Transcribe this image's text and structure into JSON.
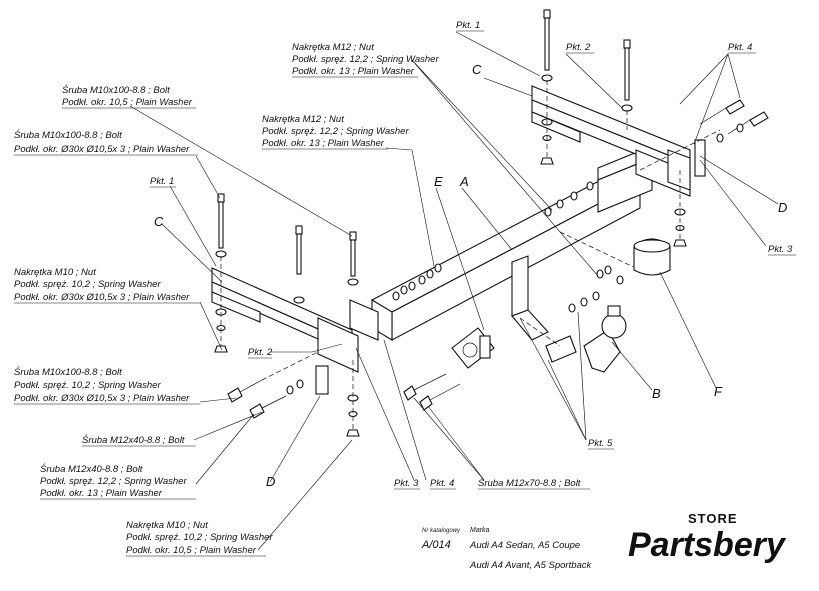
{
  "labels": {
    "pkt1_top": "Pkt. 1",
    "pkt2_top": "Pkt. 2",
    "pkt4_top": "Pkt. 4",
    "c_top": "C",
    "d_right": "D",
    "pkt3_right": "Pkt. 3",
    "nut_top_1": "Nakrętka  M12 ; Nut",
    "nut_top_2": "Podkł. spręż. 12,2 ; Spring Washer",
    "nut_top_3": "Podkł. okr. 13 ; Plain Washer",
    "bolt_top_1": "Śruba M10x100-8.8 ;  Bolt",
    "bolt_top_2": "Podkł. okr.  10,5 ; Plain Washer",
    "nut_mid_1": "Nakrętka  M12 ; Nut",
    "nut_mid_2": "Podkł. spręż. 12,2 ; Spring Washer",
    "nut_mid_3": "Podkł. okr. 13 ; Plain Washer",
    "bolt_mid_1": "Śruba M10x100-8.8 ;  Bolt",
    "bolt_mid_2": "Podkł. okr.  Ø30x Ø10,5x 3 ; Plain Washer",
    "e_label": "E",
    "a_label": "A",
    "pkt1_left": "Pkt. 1",
    "c_left": "C",
    "nut_left_1": "Nakrętka  M10 ; Nut",
    "nut_left_2": "Podkł. spręż. 10,2 ; Spring Washer",
    "nut_left_3": "Podkł. okr.  Ø30x Ø10,5x 3 ; Plain Washer",
    "pkt2_left": "Pkt. 2",
    "bolt_low_1": "Śruba M10x100-8.8 ;  Bolt",
    "bolt_low_2": "Podkł. spręż. 10,2 ; Spring Washer",
    "bolt_low_3": "Podkł. okr.  Ø30x Ø10,5x 3 ; Plain Washer",
    "bolt_m12x40_a": "Śruba M12x40-8.8 ;  Bolt",
    "bolt_m12x40_b1": "Śruba M12x40-8.8 ;  Bolt",
    "bolt_m12x40_b2": "Podkł. spręż. 12,2 ; Spring Washer",
    "bolt_m12x40_b3": "Podkł. okr. 13 ; Plain Washer",
    "d_bottom": "D",
    "pkt3_bottom": "Pkt. 3",
    "pkt4_bottom": "Pkt. 4",
    "bolt_m12x70": "Śruba M12x70-8.8 ;  Bolt",
    "pkt5": "Pkt. 5",
    "b_label": "B",
    "f_label": "F",
    "nut_bottom_1": "Nakrętka  M10 ; Nut",
    "nut_bottom_2": "Podkł. spręż. 10,2 ; Spring Washer",
    "nut_bottom_3": "Podkł. okr.  10,5 ; Plain Washer"
  },
  "info": {
    "catalog_header": "Nr katalogowy",
    "catalog_number": "A/014",
    "brand_header": "Marka",
    "model_1": "Audi A4 Sedan, A5 Coupe",
    "model_2": "Audi A4 Avant, A5 Sportback"
  },
  "logo": {
    "store": "STORE",
    "text": "Partsbery",
    "color": "#d0101a"
  }
}
